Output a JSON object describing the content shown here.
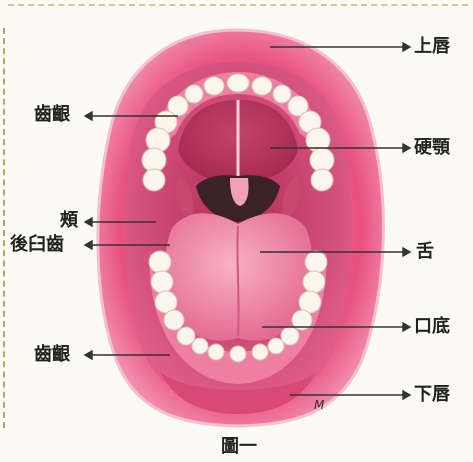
{
  "labels": {
    "upper_lip": "上唇",
    "gum_upper": "齒齦",
    "hard_palate": "硬顎",
    "cheek": "頰",
    "molar": "後臼齒",
    "tongue": "舌",
    "gum_lower": "齒齦",
    "mouth_floor": "口底",
    "lower_lip": "下唇"
  },
  "caption": "圖一",
  "colors": {
    "lip": "#e84a7c",
    "inner": "#c83a6a",
    "tongue": "#f08aa8",
    "teeth": "#fbf5ec",
    "throat": "#3a2228",
    "line": "#333333"
  }
}
